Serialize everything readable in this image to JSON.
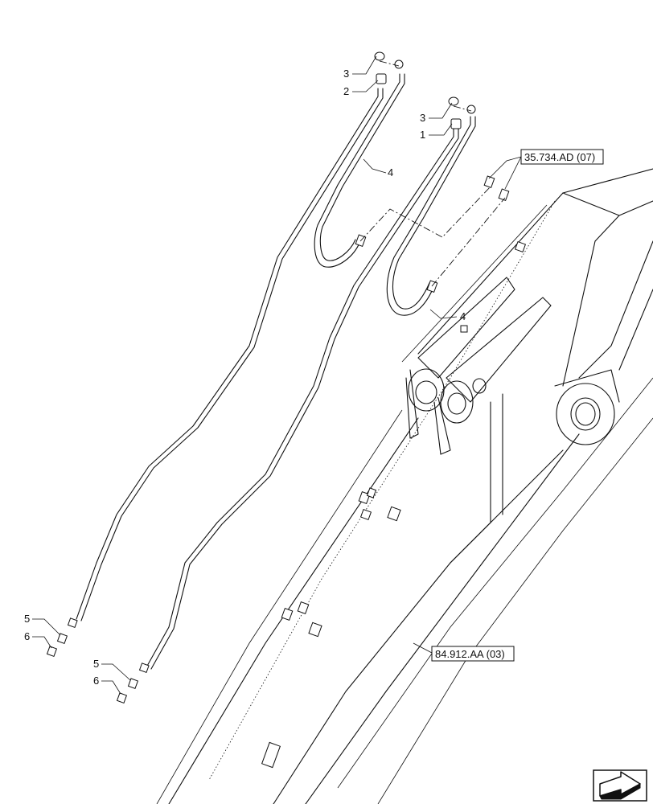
{
  "callouts": {
    "c1": "1",
    "c2": "2",
    "c3a": "3",
    "c3b": "3",
    "c4a": "4",
    "c4b": "4",
    "c5a": "5",
    "c5b": "5",
    "c6a": "6",
    "c6b": "6"
  },
  "references": {
    "ref_top": "35.734.AD (07)",
    "ref_bottom": "84.912.AA (03)"
  },
  "icons": {
    "nav": "next-page-arrow-icon"
  }
}
